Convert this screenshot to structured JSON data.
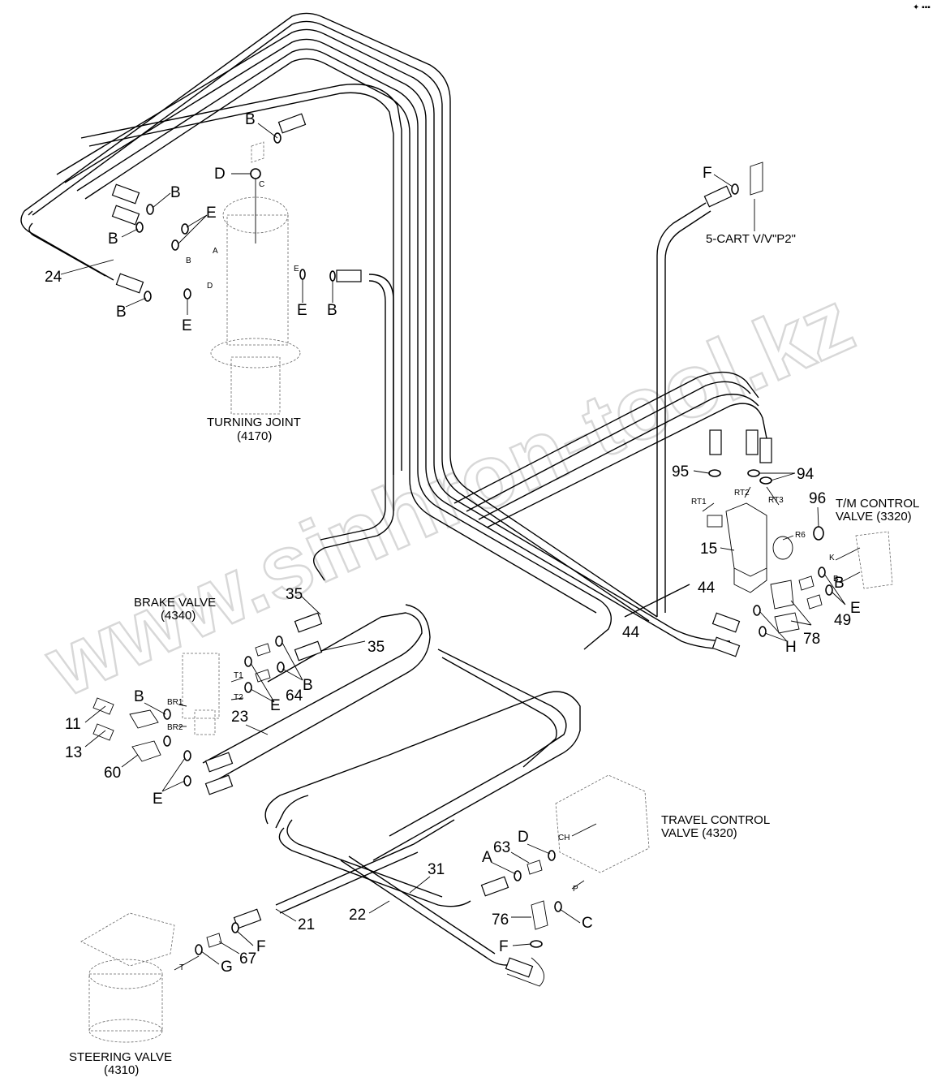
{
  "components": {
    "turning_joint": [
      "TURNING JOINT",
      "(4170)"
    ],
    "brake_valve": [
      "BRAKE VALVE",
      "(4340)"
    ],
    "tm_control_valve": [
      "T/M CONTROL",
      "VALVE (3320)"
    ],
    "travel_control_valve": [
      "TRAVEL CONTROL",
      "VALVE (4320)"
    ],
    "steering_valve": [
      "STEERING VALVE",
      "(4310)"
    ],
    "cart_valve": "5-CART V/V\"P2\""
  },
  "part_numbers": [
    "24",
    "11",
    "13",
    "60",
    "23",
    "35",
    "35",
    "64",
    "15",
    "95",
    "94",
    "96",
    "44",
    "44",
    "49",
    "78",
    "63",
    "31",
    "22",
    "21",
    "67",
    "76"
  ],
  "letter_callouts": [
    "B",
    "D",
    "B",
    "E",
    "B",
    "B",
    "E",
    "E",
    "B",
    "F",
    "B",
    "B",
    "E",
    "E",
    "B",
    "E",
    "H",
    "A",
    "D",
    "C",
    "F",
    "F",
    "G"
  ],
  "port_labels": [
    "C",
    "A",
    "B",
    "D",
    "E",
    "T1",
    "T2",
    "BR1",
    "BR2",
    "RT1",
    "RT2",
    "RT3",
    "R6",
    "K",
    "B",
    "CH",
    "P",
    "T"
  ],
  "watermark": "www.sinhron-tool.kz",
  "corner_mark": "✦ ▪▪▪"
}
